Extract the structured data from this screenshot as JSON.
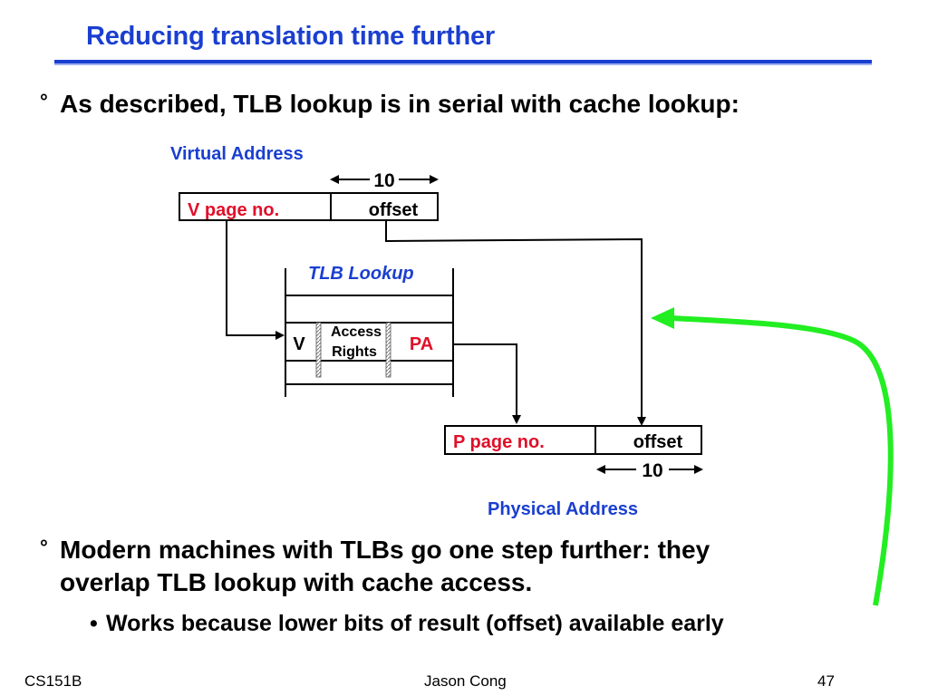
{
  "slide": {
    "title": "Reducing translation time further",
    "bullets": [
      "As described, TLB lookup is in serial with cache lookup:",
      "Modern machines with TLBs go one step further: they",
      "overlap TLB lookup with cache access."
    ],
    "bullet_marker": "°",
    "sub_bullet_marker": "•",
    "sub_bullet": "Works because lower bits of result (offset) available early"
  },
  "diagram": {
    "virtual_address_label": "Virtual Address",
    "v_bits": "10",
    "v_page_prefix": "V",
    "v_page_rest": " page no.",
    "v_offset": "offset",
    "tlb_label": "TLB Lookup",
    "tlb_v": "V",
    "tlb_access_1": "Access",
    "tlb_access_2": "Rights",
    "tlb_pa": "PA",
    "p_page": "P page no.",
    "p_offset": "offset",
    "p_bits": "10",
    "physical_address_label": "Physical Address"
  },
  "footer": {
    "course": "CS151B",
    "author": "Jason Cong",
    "page": "47"
  },
  "colors": {
    "title": "#1a3fd0",
    "label_red": "#e0102a",
    "arrow_green": "#22ee22"
  }
}
